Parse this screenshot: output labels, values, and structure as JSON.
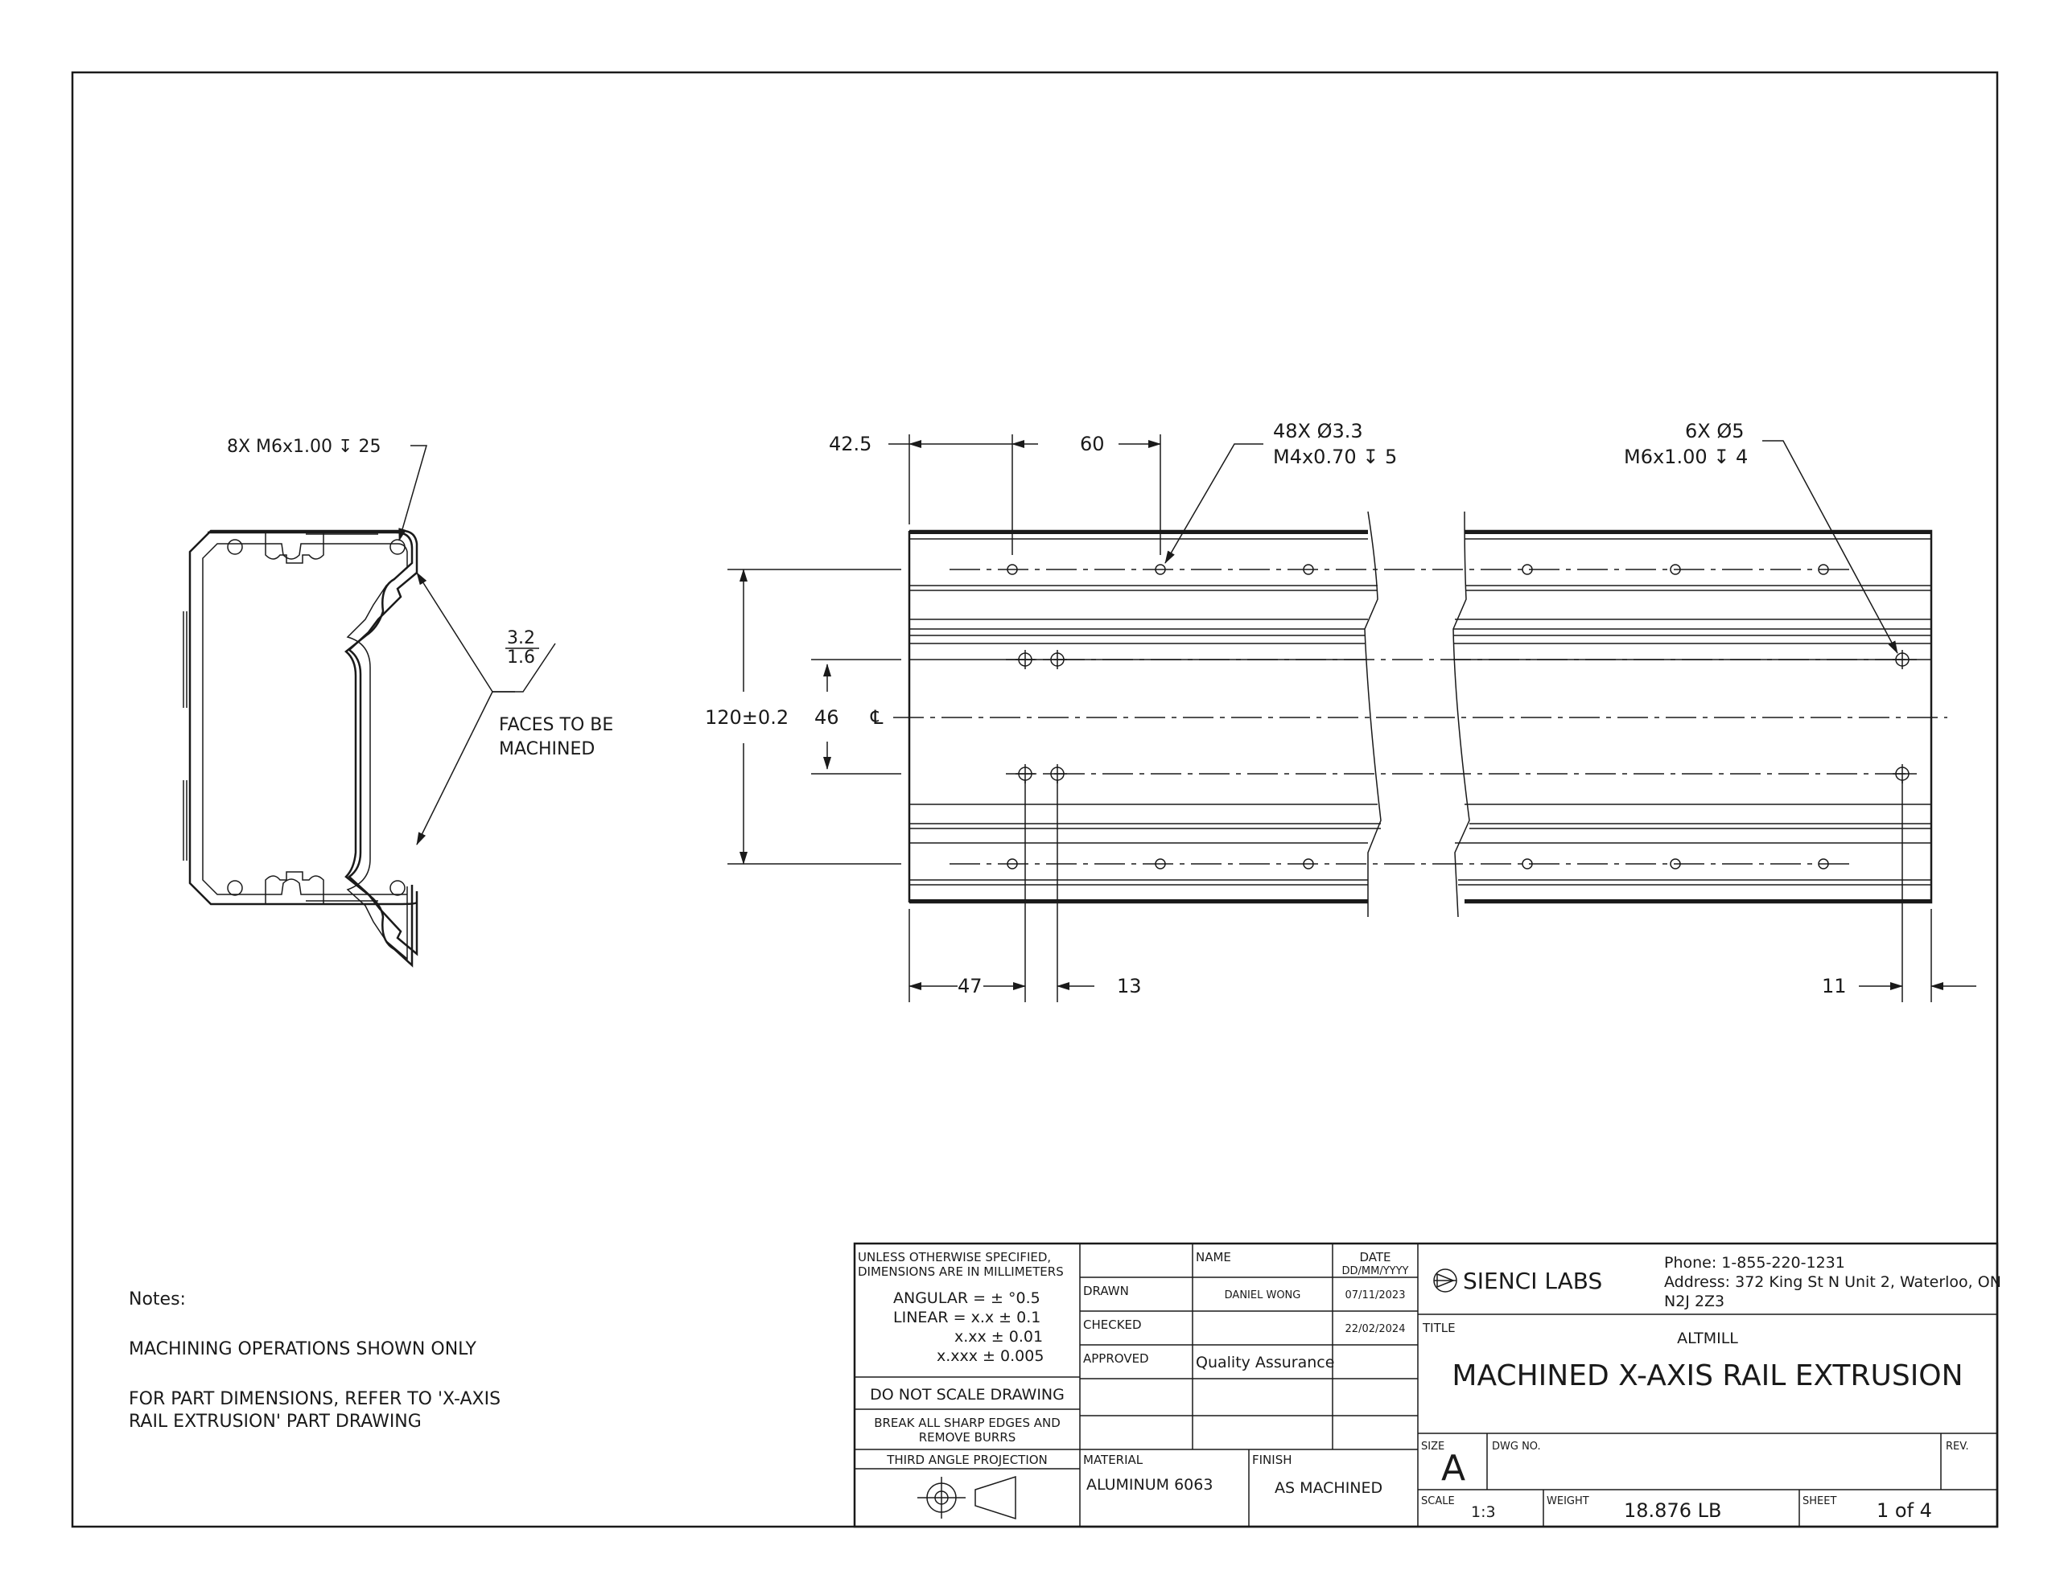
{
  "section_view": {
    "callout_threads": "8X M6x1.00 ↧ 25",
    "roughness_top": "3.2",
    "roughness_bottom": "1.6",
    "faces_note_line1": "FACES TO BE",
    "faces_note_line2": "MACHINED"
  },
  "side_view": {
    "dim_42_5": "42.5",
    "dim_60": "60",
    "hole_callout_1": "48X Ø3.3",
    "hole_callout_2": "M4x0.70 ↧ 5",
    "end_callout_1": "6X Ø5",
    "end_callout_2": "M6x1.00 ↧ 4",
    "dim_height": "120±0.2",
    "dim_46": "46",
    "centerline_symbol": "℄",
    "dim_47": "47",
    "dim_13": "13",
    "dim_11": "11"
  },
  "notes": {
    "heading": "Notes:",
    "line1": "MACHINING OPERATIONS SHOWN ONLY",
    "line2a": "FOR PART DIMENSIONS, REFER TO 'X-AXIS",
    "line2b": "RAIL EXTRUSION' PART DRAWING"
  },
  "title_block": {
    "spec_line1": "UNLESS OTHERWISE SPECIFIED,",
    "spec_line2": "DIMENSIONS ARE IN MILLIMETERS",
    "angular": "ANGULAR = ± °0.5",
    "linear1": "LINEAR = x.x ± 0.1",
    "linear2": "x.xx ± 0.01",
    "linear3": "x.xxx  ± 0.005",
    "do_not_scale": "DO NOT SCALE DRAWING",
    "break_edges1": "BREAK ALL SHARP EDGES AND",
    "break_edges2": "REMOVE BURRS",
    "projection": "THIRD ANGLE PROJECTION",
    "name_header": "NAME",
    "date_header": "DATE",
    "date_format": "DD/MM/YYYY",
    "drawn_label": "DRAWN",
    "drawn_name": "DANIEL WONG",
    "drawn_date": "07/11/2023",
    "checked_label": "CHECKED",
    "checked_date": "22/02/2024",
    "approved_label": "APPROVED",
    "approved_name": "Quality Assurance",
    "material_label": "MATERIAL",
    "material": "ALUMINUM 6063",
    "finish_label": "FINISH",
    "finish": "AS MACHINED",
    "company": "SIENCI LABS",
    "phone": "Phone: 1-855-220-1231",
    "address1": "Address: 372 King St N Unit 2, Waterloo, ON",
    "address2": "N2J 2Z3",
    "title_label": "TITLE",
    "product": "ALTMILL",
    "drawing_title": "MACHINED X-AXIS RAIL EXTRUSION",
    "size_label": "SIZE",
    "size": "A",
    "dwg_no_label": "DWG NO.",
    "rev_label": "REV.",
    "scale_label": "SCALE",
    "scale": "1:3",
    "weight_label": "WEIGHT",
    "weight": "18.876 LB",
    "sheet_label": "SHEET",
    "sheet": "1 of 4"
  }
}
